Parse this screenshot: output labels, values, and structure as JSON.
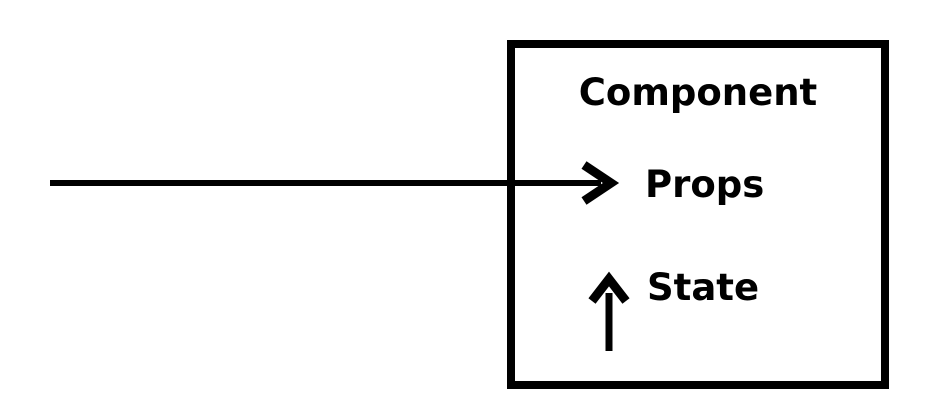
{
  "diagram": {
    "colors": {
      "ink": "#000000",
      "background": "#ffffff"
    },
    "component_box": {
      "title": "Component"
    },
    "props": {
      "label": "Props",
      "arrow_icon": "arrow-right"
    },
    "state": {
      "label": "State",
      "arrow_icon": "arrow-up"
    }
  }
}
